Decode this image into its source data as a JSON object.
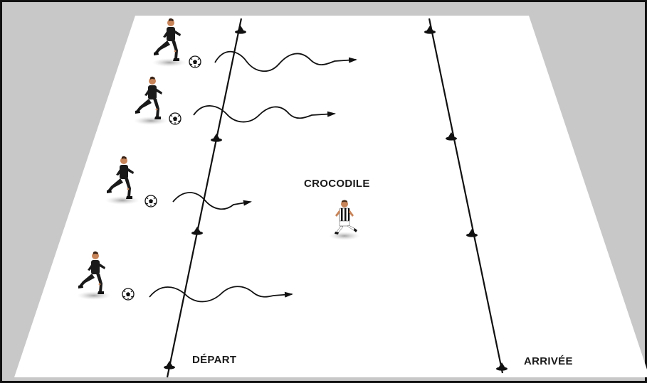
{
  "labels": {
    "start": "DÉPART",
    "finish": "ARRIVÉE",
    "defender": "CROCODILE"
  },
  "colors": {
    "background": "#c8c8c8",
    "field": "#ffffff",
    "border": "#111111",
    "player_kit": "#1a1a1a",
    "skin": "#c8855a",
    "line": "#111111"
  },
  "drill": {
    "attackers_with_ball": 4,
    "defenders": 1,
    "cone_lines": 2
  }
}
